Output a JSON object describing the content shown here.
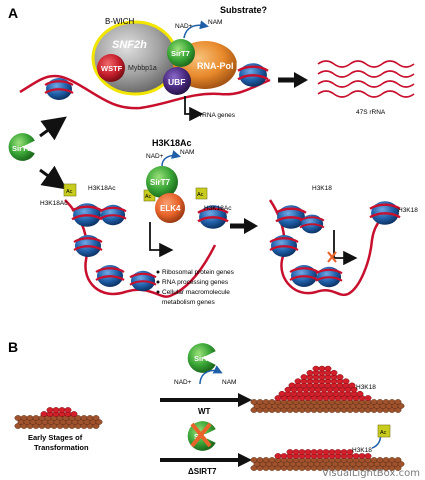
{
  "panel_a": {
    "label": "A",
    "bwich": "B-WICH",
    "substrate": "Substrate?",
    "nad": "NAD+",
    "nam": "NAM",
    "snf2h": "SNF2h",
    "mybbp1a": "Mybbp1a",
    "wstf": "WSTF",
    "sirt7": "SirT7",
    "rnapol": "RNA-Pol I",
    "ubf": "UBF",
    "rrna_genes": "rRNA genes",
    "s47": "47S rRNA",
    "sirt7_left": "SirT7",
    "h3k18ac_title": "H3K18Ac",
    "nad2": "NAD+",
    "nam2": "NAM",
    "h3k18ac_1": "H3K18Ac",
    "h3k18ac_2": "H3K18Ac",
    "h3k18ac_3": "H3K18Ac",
    "sirt7_mid": "SirT7",
    "elk4": "ELK4",
    "ac": "Ac",
    "h3k18_1": "H3K18",
    "h3k18_2": "H3K18",
    "genes": [
      "Ribosomal protein genes",
      "RNA processing genes",
      "Cellular macromolecule",
      "metabolism genes"
    ]
  },
  "panel_b": {
    "label": "B",
    "sirt7": "SirT7",
    "nad": "NAD+",
    "nam": "NAM",
    "wt": "WT",
    "h3k18_top": "H3K18",
    "early1": "Early Stages of",
    "early2": "Transformation",
    "sirt7_x": "SirT7",
    "dsirt7": "ΔSIRT7",
    "h3k18_bot": "H3K18",
    "ac": "Ac",
    "watermark": "VisualLightBox.com"
  },
  "colors": {
    "dna": "#c8102e",
    "histone": "#1f5fa8",
    "sirt7": "#3aa637",
    "ubf": "#4b2a82",
    "rnapol": "#e8892b",
    "wstf": "#c8202e",
    "snf2h": "#9a9a9a",
    "bwich": "#f2e600",
    "ac": "#c8cc1e",
    "elk4": "#e8642b"
  }
}
